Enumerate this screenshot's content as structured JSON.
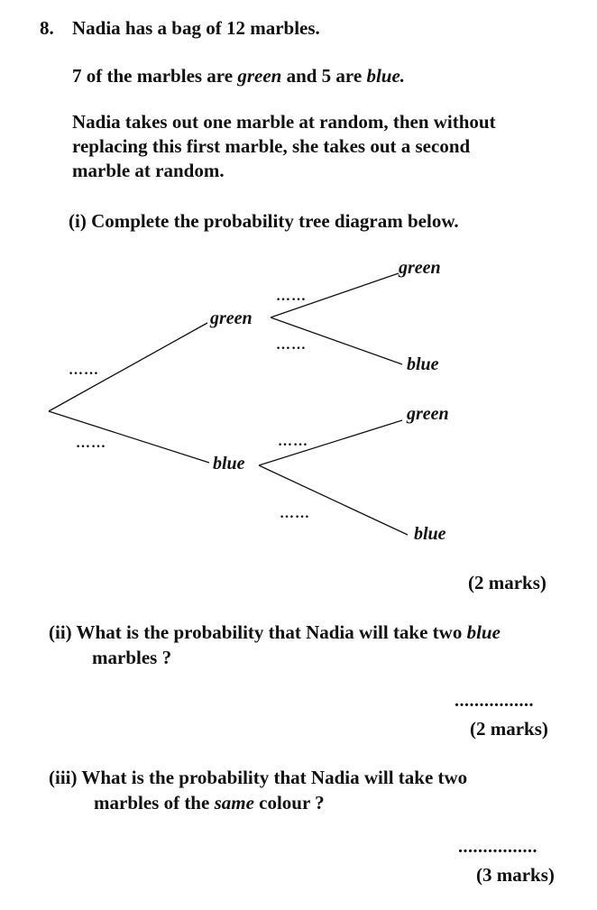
{
  "question": {
    "number": "8.",
    "intro": "Nadia has a bag of 12 marbles.",
    "line2": {
      "pre": "7 of the marbles are ",
      "green": "green",
      "mid": " and 5 are ",
      "blue": "blue."
    },
    "paragraph": [
      "Nadia takes out one marble at random, then without",
      "replacing this first marble, she takes out a second",
      "marble at random."
    ]
  },
  "part_i": {
    "prompt": "(i) Complete the probability tree diagram below.",
    "marks": "(2 marks)"
  },
  "tree": {
    "first_green": "green",
    "first_blue": "blue",
    "second_green_green": "green",
    "second_green_blue": "blue",
    "second_blue_green": "green",
    "second_blue_blue": "blue",
    "blank_first_green": "……",
    "blank_first_blue": "……",
    "blank_gg": "……",
    "blank_gb": "……",
    "blank_bg": "……",
    "blank_bb": "……"
  },
  "part_ii": {
    "line1_pre": "(ii) What is the probability that Nadia will take two ",
    "line1_em": "blue",
    "line2": "marbles ?",
    "answer_line": "................",
    "marks": "(2 marks)"
  },
  "part_iii": {
    "line1": "(iii) What is the probability that Nadia will take two",
    "line2_pre": "marbles of the ",
    "line2_em": "same",
    "line2_post": " colour ?",
    "answer_line": "................",
    "marks": "(3 marks)"
  }
}
